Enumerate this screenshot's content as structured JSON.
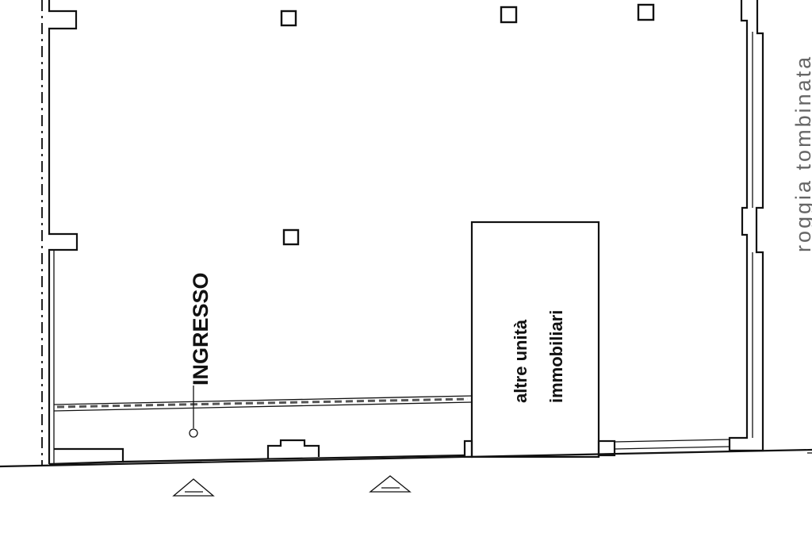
{
  "labels": {
    "entrance": "INGRESSO",
    "other_units_line1": "altre unità",
    "other_units_line2": "immobiliari",
    "canal": "roggia tombinata"
  },
  "colors": {
    "ink": "#111111",
    "paper": "#ffffff",
    "canal_text": "#666666"
  }
}
